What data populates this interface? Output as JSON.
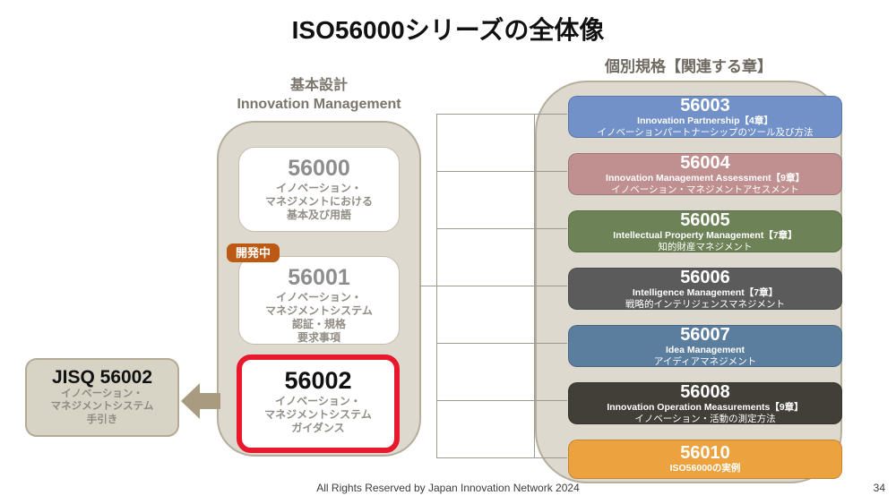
{
  "title": "ISO56000シリーズの全体像",
  "left_section": {
    "heading_jp": "基本設計",
    "heading_en": "Innovation Management",
    "badge_label": "開発中",
    "boxes": [
      {
        "number": "56000",
        "lines": [
          "イノベーション・",
          "マネジメントにおける",
          "基本及び用語"
        ]
      },
      {
        "number": "56001",
        "lines": [
          "イノベーション・",
          "マネジメントシステム",
          "認証・規格",
          "要求事項"
        ]
      },
      {
        "number": "56002",
        "lines": [
          "イノベーション・",
          "マネジメントシステム",
          "ガイダンス"
        ]
      }
    ]
  },
  "jisq_box": {
    "number": "JISQ 56002",
    "lines": [
      "イノベーション・",
      "マネジメントシステム",
      "手引き"
    ]
  },
  "right_section": {
    "heading": "個別規格【関連する章】",
    "boxes": [
      {
        "number": "56003",
        "lines": [
          "Innovation Partnership【4章】",
          "イノベーションパートナーシップのツール及び方法"
        ],
        "color": "#7191c8"
      },
      {
        "number": "56004",
        "lines": [
          "Innovation Management Assessment【9章】",
          "イノベーション・マネジメントアセスメント"
        ],
        "color": "#c09090"
      },
      {
        "number": "56005",
        "lines": [
          "Intellectual Property Management【7章】",
          "知的財産マネジメント"
        ],
        "color": "#6d8256"
      },
      {
        "number": "56006",
        "lines": [
          "Intelligence Management【7章】",
          "戦略的インテリジェンスマネジメント"
        ],
        "color": "#5b5b5b"
      },
      {
        "number": "56007",
        "lines": [
          "Idea Management",
          "アイディアマネジメント"
        ],
        "color": "#5b7d9e"
      },
      {
        "number": "56008",
        "lines": [
          "Innovation Operation Measurements【9章】",
          "イノベーション・活動の測定方法"
        ],
        "color": "#423e38"
      },
      {
        "number": "56010",
        "lines": [
          "ISO56000の実例"
        ],
        "color": "#eca33f"
      }
    ]
  },
  "footer": {
    "copyright": "All Rights Reserved by Japan Innovation Network 2024",
    "page_number": "34"
  },
  "colors": {
    "container_bg": "#ddd9cf",
    "container_border": "#b5ae9c",
    "connector_line": "#9d9a91",
    "highlight_border": "#e8192c",
    "badge_bg": "#bc5a15",
    "arrow": "#a89b7f"
  }
}
